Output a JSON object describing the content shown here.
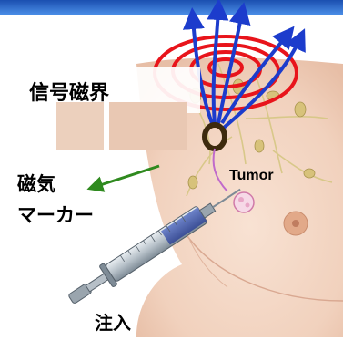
{
  "labels": {
    "signal_field": "信号磁界",
    "magnetic": "磁気",
    "marker": "マーカー",
    "tumor": "Tumor",
    "injection": "注入"
  },
  "colors": {
    "field_rings": "#e8141b",
    "field_lines": "#1c3ccc",
    "marker_arrow": "#2f8a1f",
    "skin": "#f3d6c4",
    "top_bar": "#2c6fd1"
  }
}
